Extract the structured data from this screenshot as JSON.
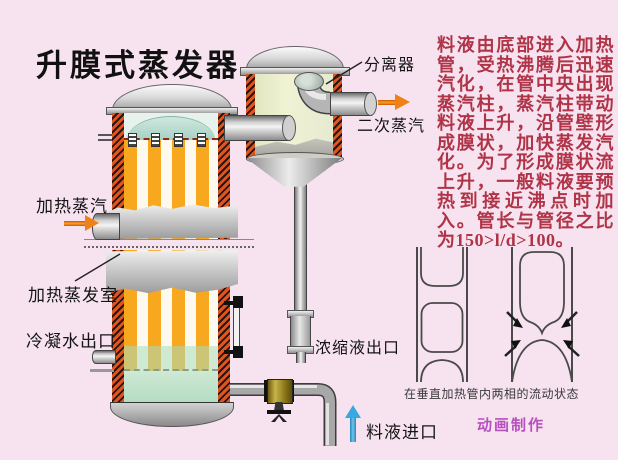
{
  "title": "升膜式蒸发器",
  "description": "料液由底部进入加热管，受热沸腾后迅速汽化，在管中央出现蒸汽柱，蒸汽柱带动料液上升，沿管壁形成膜状，加快蒸发汽化。为了形成膜状流上升，一般料液要预热到接近沸点时加入。管长与管径之比为150>l/d>100。",
  "labels": {
    "heating_steam": "加热蒸汽",
    "heating_chamber": "加热蒸发室",
    "condensate_outlet": "冷凝水出口",
    "separator": "分离器",
    "secondary_vapor": "二次蒸汽",
    "concentrate_outlet": "浓缩液出口",
    "feed_inlet": "料液进口"
  },
  "flow_diagram_caption": "在垂直加热管内两相的流动状态",
  "credit": "动画制作",
  "icons": {
    "steam_inlet_arrow": "arrow-right-icon",
    "secondary_vapor_arrow": "arrow-right-icon",
    "feed_inlet_arrow": "arrow-up-icon"
  },
  "colors": {
    "background": "#f6e3ef",
    "tube_orange": "#f7a81f",
    "hatch_red": "#e0551f",
    "text_red": "#b03347",
    "credit_magenta": "#b84fc0",
    "arrow_orange": "#ff9c2a",
    "arrow_cyan": "#3aa8e0",
    "separator_interior": "#eaedca",
    "liquid_green": "#c9e6cf"
  }
}
